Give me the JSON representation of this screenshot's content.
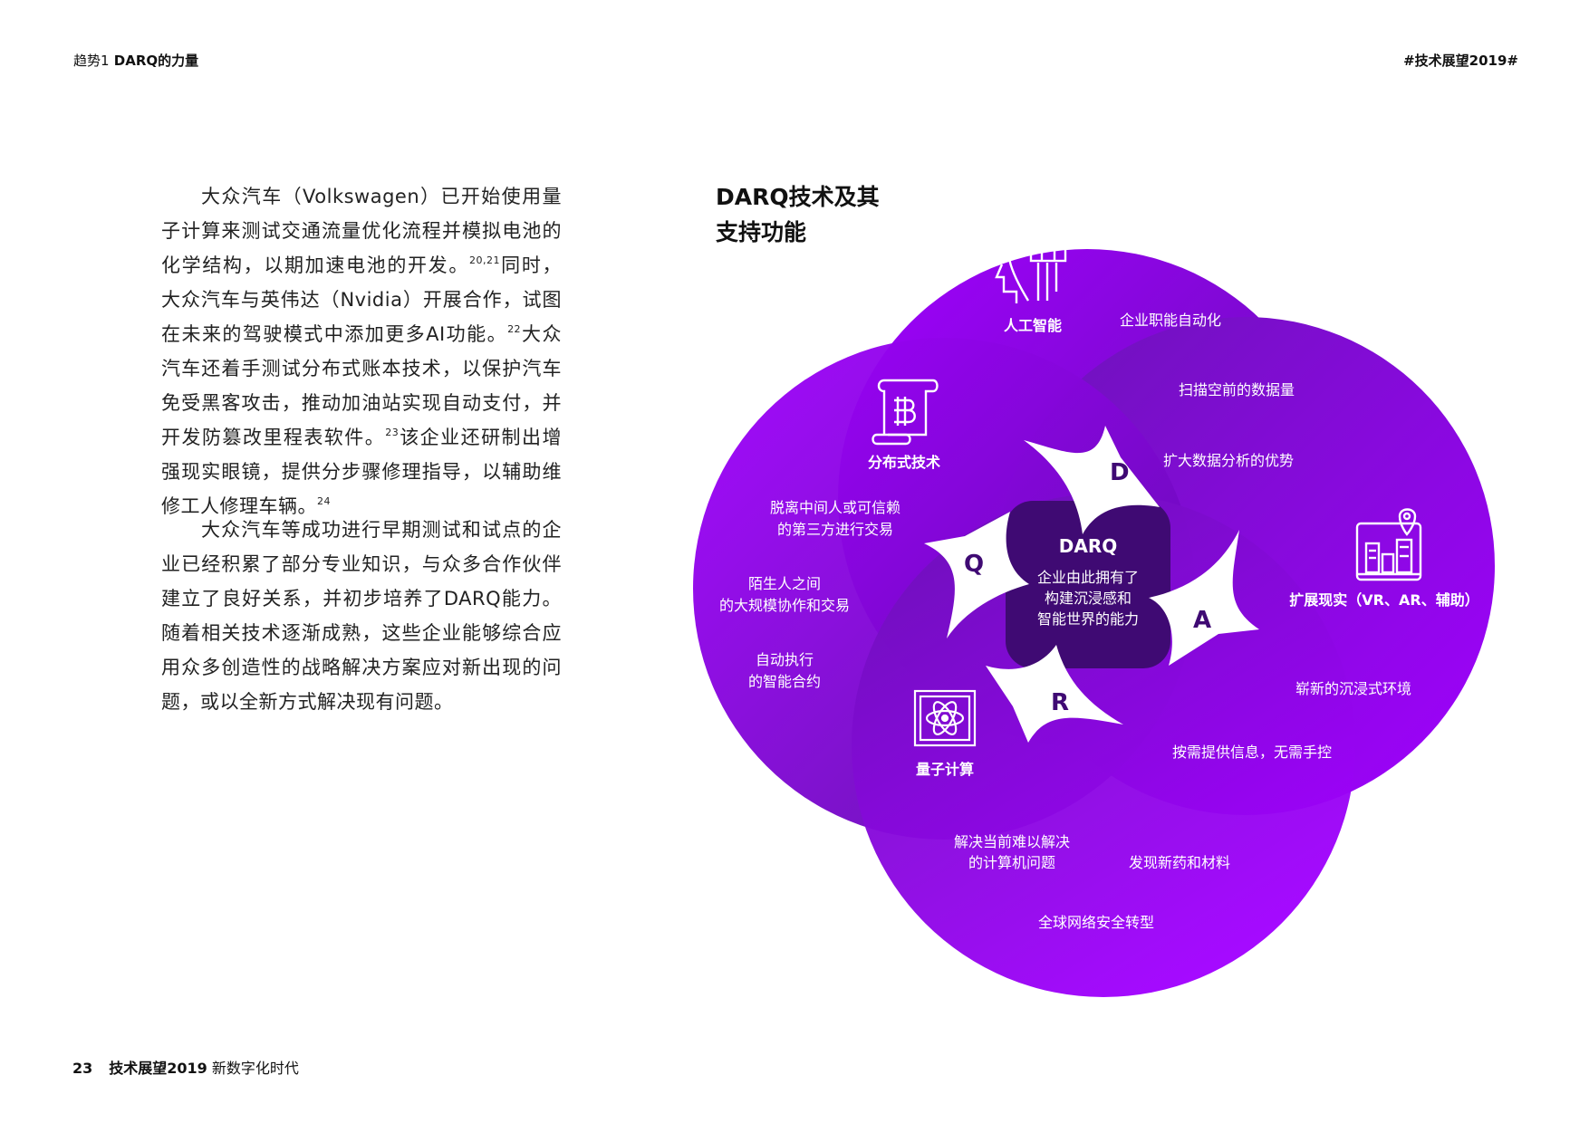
{
  "header": {
    "left_prefix": "趋势1",
    "left_title": "DARQ的力量",
    "right": "#技术展望2019#"
  },
  "body": {
    "p1": {
      "t1": "大众汽车（Volkswagen）已开始使用量子计算来测试交通流量优化流程并模拟电池的化学结构，以期加速电池的开发。",
      "s1": "20,21",
      "t2": "同时，大众汽车与英伟达（Nvidia）开展合作，试图在未来的驾驶模式中添加更多AI功能。",
      "s2": "22",
      "t3": "大众汽车还着手测试分布式账本技术，以保护汽车免受黑客攻击，推动加油站实现自动支付，并开发防篡改里程表软件。",
      "s3": "23",
      "t4": "该企业还研制出增强现实眼镜，提供分步骤修理指导，以辅助维修工人修理车辆。",
      "s4": "24"
    },
    "p2": "大众汽车等成功进行早期测试和试点的企业已经积累了部分专业知识，与众多合作伙伴建立了良好关系，并初步培养了DARQ能力。随着相关技术逐渐成熟，这些企业能够综合应用众多创造性的战略解决方案应对新出现的问题，或以全新方式解决现有问题。"
  },
  "diagram": {
    "title_line1": "DARQ技术及其",
    "title_line2": "支持功能",
    "center": {
      "title": "DARQ",
      "line1": "企业由此拥有了",
      "line2": "构建沉浸感和",
      "line3": "智能世界的能力"
    },
    "letters": {
      "d": "D",
      "a": "A",
      "r": "R",
      "q": "Q"
    },
    "ai": {
      "label": "人工智能",
      "icon": "ai-head-icon",
      "items": [
        "企业职能自动化",
        "扫描空前的数据量",
        "扩大数据分析的优势"
      ]
    },
    "dlt": {
      "label": "分布式技术",
      "icon": "bitcoin-scroll-icon",
      "items": [
        {
          "l1": "脱离中间人或可信赖",
          "l2": "的第三方进行交易"
        },
        {
          "l1": "陌生人之间",
          "l2": "的大规模协作和交易"
        },
        {
          "l1": "自动执行",
          "l2": "的智能合约"
        }
      ]
    },
    "xr": {
      "label": "扩展现实（VR、AR、辅助）",
      "icon": "xr-city-map-icon",
      "items": [
        "崭新的沉浸式环境",
        "按需提供信息，无需手控"
      ]
    },
    "qc": {
      "label": "量子计算",
      "icon": "quantum-atom-chip-icon",
      "items": [
        {
          "l1": "解决当前难以解决",
          "l2": "的计算机问题"
        },
        {
          "l1": "发现新药和材料",
          "l2": ""
        },
        {
          "l1": "全球网络安全转型",
          "l2": ""
        }
      ]
    }
  },
  "footer": {
    "page": "23",
    "brand": "技术展望2019",
    "subtitle": "新数字化时代"
  },
  "colors": {
    "purple_bright": "#a100ff",
    "purple_mid": "#7a18c6",
    "purple_dark": "#3f0a73",
    "white": "#ffffff"
  }
}
